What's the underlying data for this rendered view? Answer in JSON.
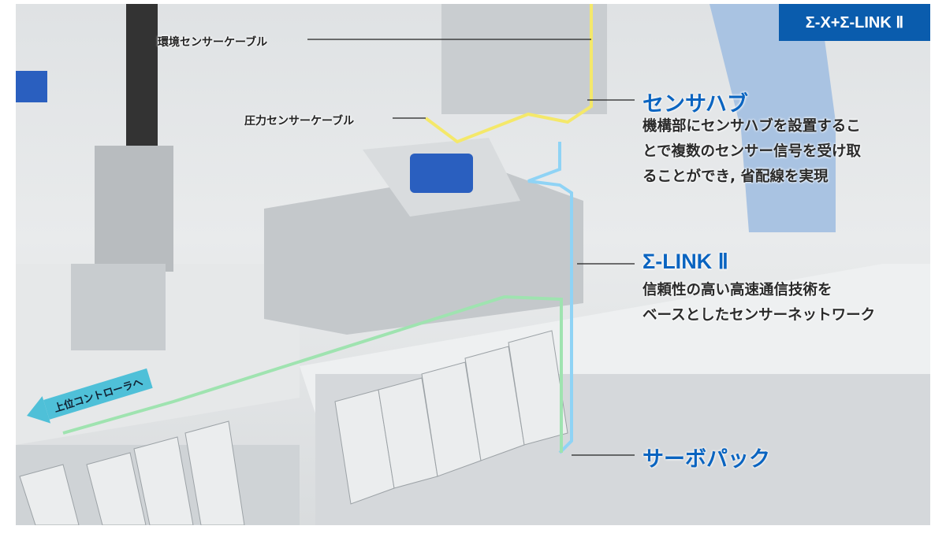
{
  "badge": "Σ-X+Σ-LINK Ⅱ",
  "labels": {
    "env_cable": "環境センサーケーブル",
    "pressure_cable": "圧力センサーケーブル",
    "to_controller": "上位コントローラへ"
  },
  "sensor_hub": {
    "title": "センサハブ",
    "lines": [
      "機構部にセンサハブを設置するこ",
      "とで複数のセンサー信号を受け取",
      "ることができ, 省配線を実現"
    ]
  },
  "sigma_link": {
    "title": "Σ-LINK Ⅱ",
    "lines": [
      "信頼性の高い高速通信技術を",
      "ベースとしたセンサーネットワーク"
    ]
  },
  "servopack": {
    "title": "サーボパック"
  },
  "colors": {
    "brand_blue": "#0a5cad",
    "title_blue": "#0a64c0",
    "arrow": "#4fc0d8",
    "cable_yellow": "#f4e86a",
    "cable_blue": "#8fd3f5",
    "cable_green": "#9fe3b0"
  }
}
